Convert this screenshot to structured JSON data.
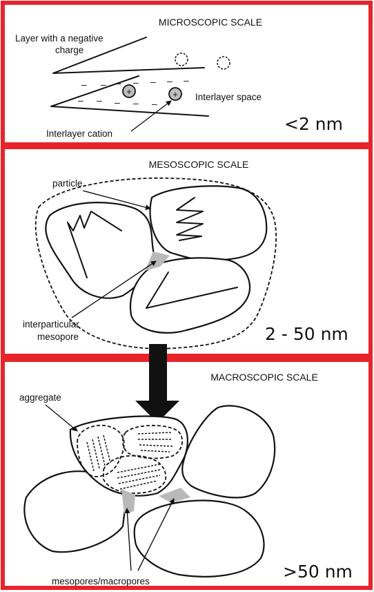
{
  "panels": [
    {
      "title": "MICROSCOPIC SCALE",
      "scale": "<2 nm",
      "labels": {
        "layer": [
          "Layer with a negative",
          "charge"
        ],
        "interlayer_space": "Interlayer space",
        "interlayer_cation": "Interlayer cation"
      }
    },
    {
      "title": "MESOSCOPIC SCALE",
      "scale": "2 - 50 nm",
      "labels": {
        "particle": "particle",
        "mesopore": [
          "interparticular",
          "mesopore"
        ]
      }
    },
    {
      "title": "MACROSCOPIC SCALE",
      "scale": ">50 nm",
      "labels": {
        "aggregate": "aggregate",
        "pores": "mesopores/macropores"
      }
    }
  ],
  "colors": {
    "frame": "#e8242b",
    "stroke": "#111111",
    "pore": "#b9b9b9"
  }
}
